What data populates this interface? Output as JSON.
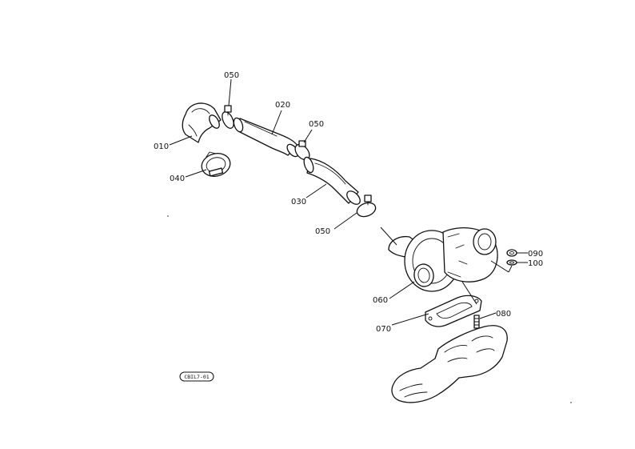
{
  "labels": {
    "p010": "010",
    "p020": "020",
    "p030": "030",
    "p040": "040",
    "p050a": "050",
    "p050b": "050",
    "p050c": "050",
    "p060": "060",
    "p070": "070",
    "p080": "080",
    "p090": "090",
    "p100": "100"
  },
  "drawing_code": "CBIL7-01"
}
